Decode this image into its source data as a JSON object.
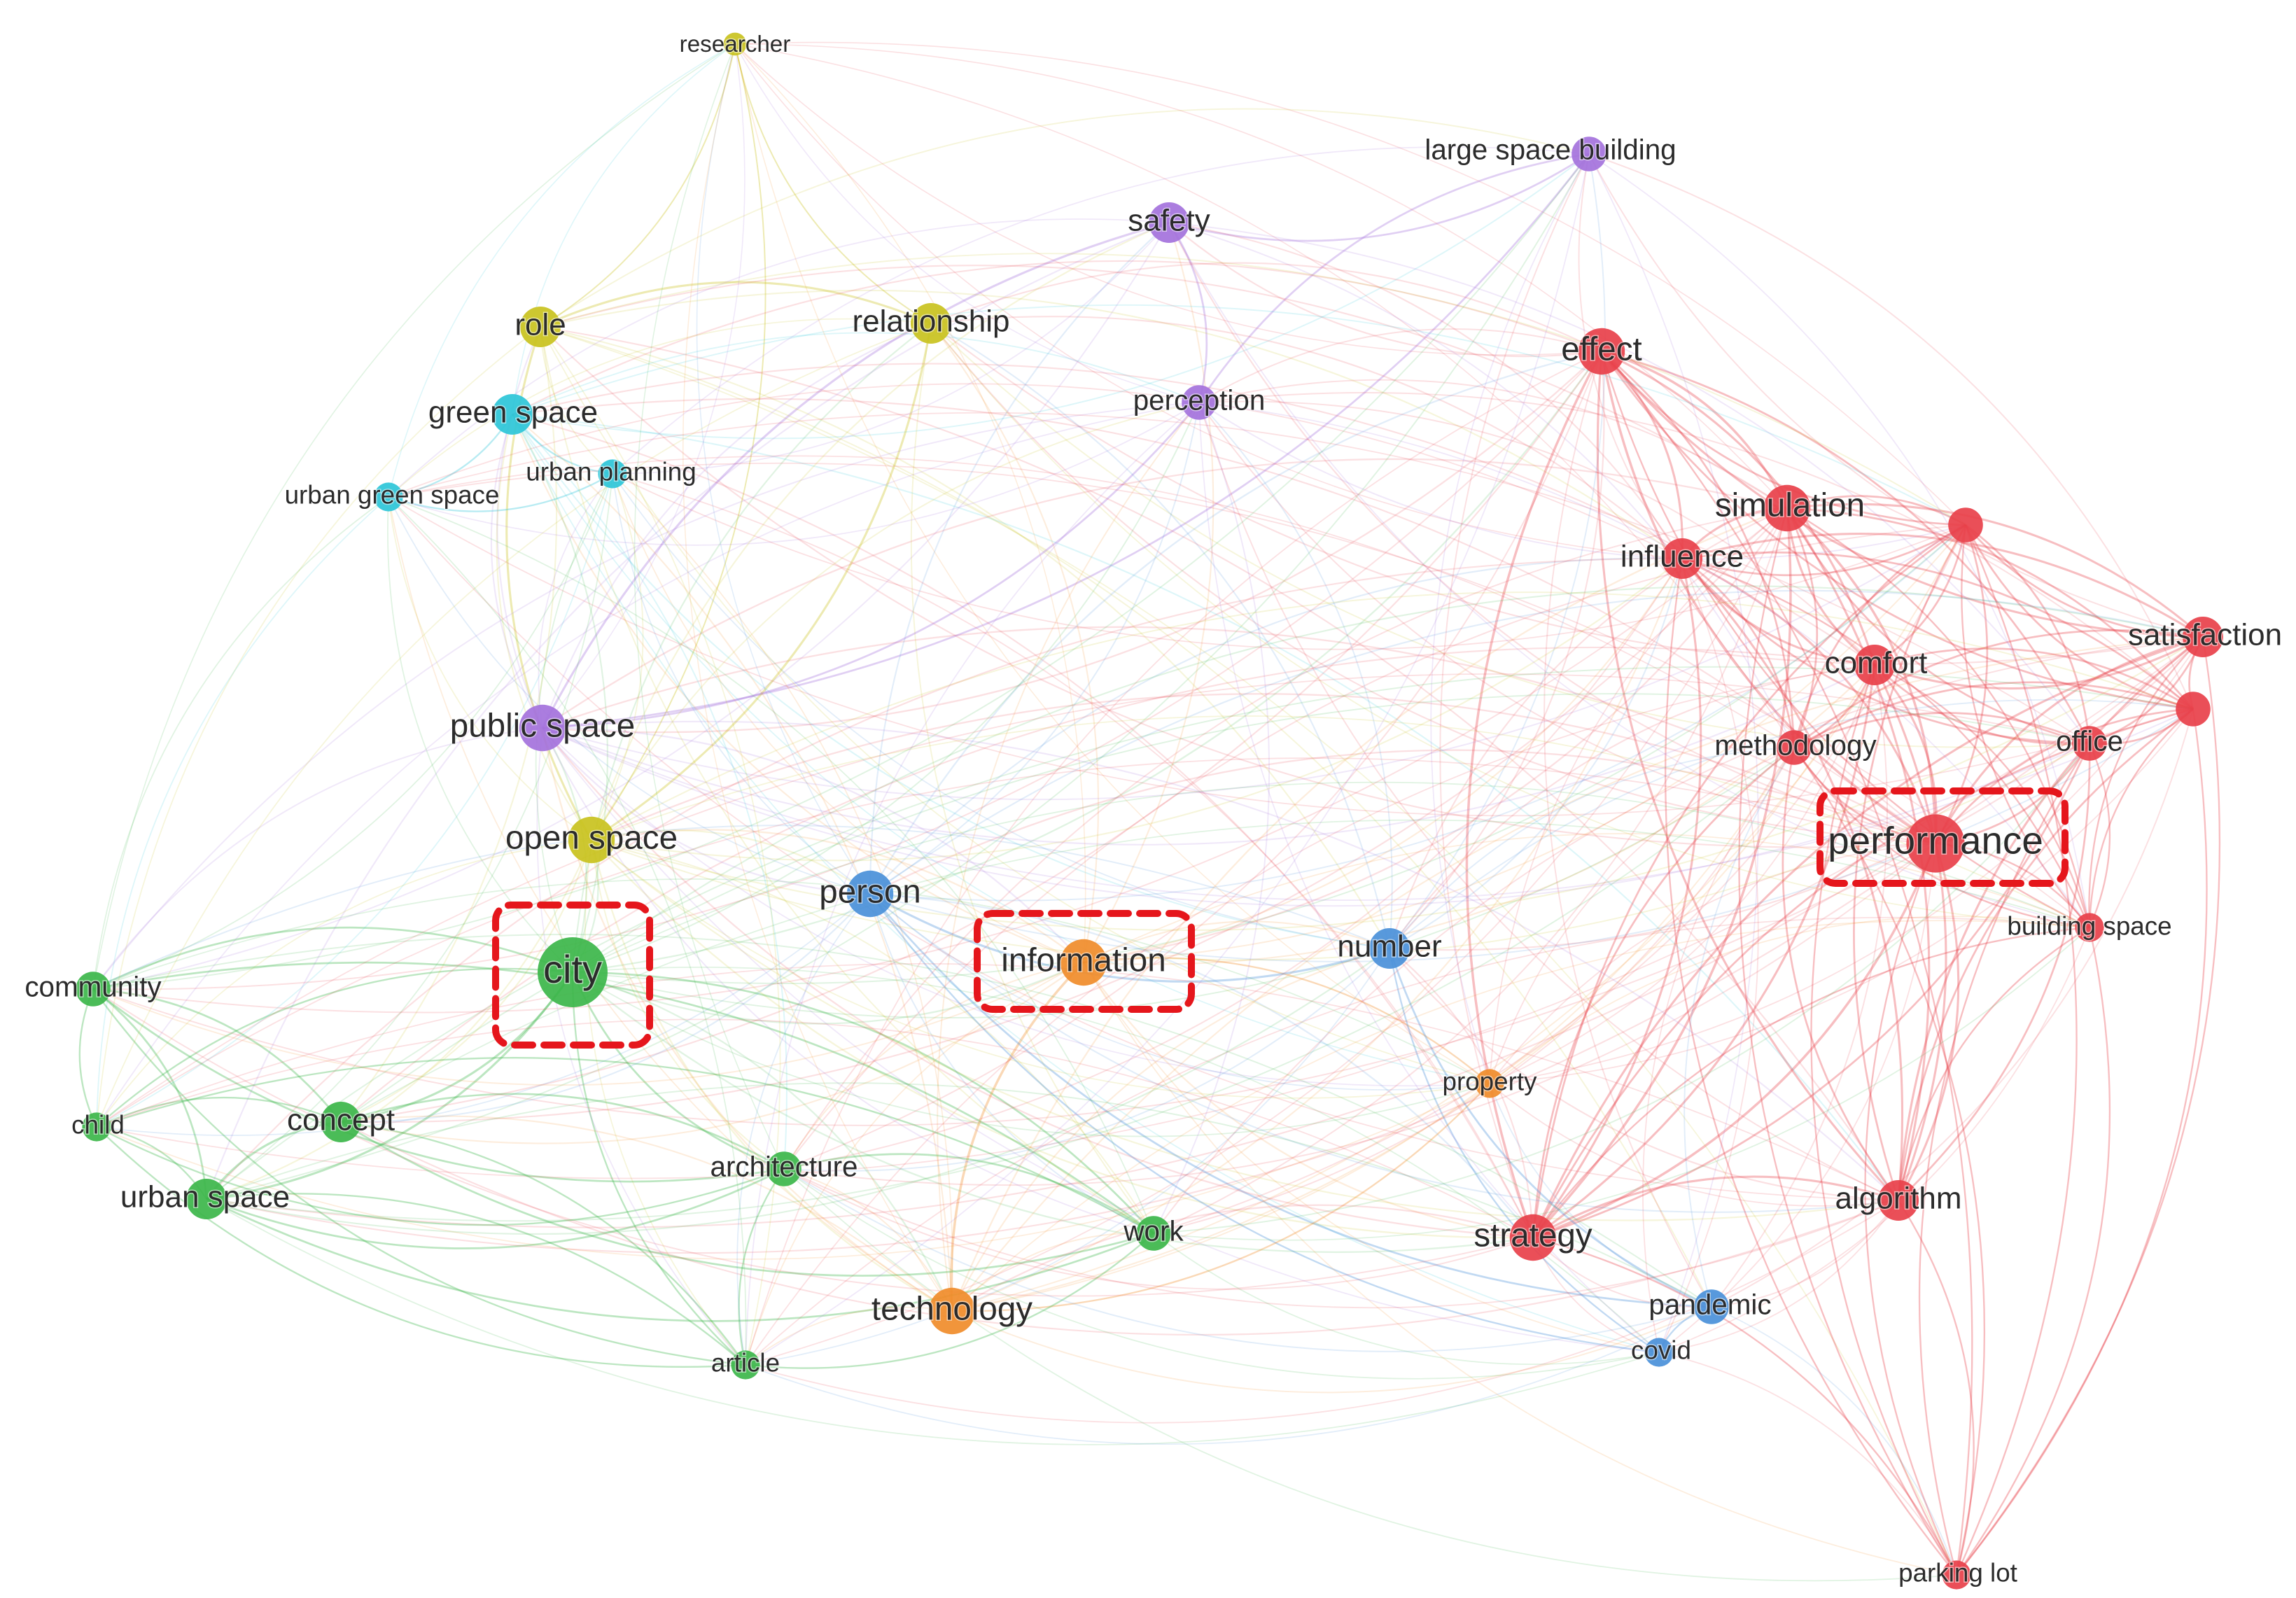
{
  "network": {
    "clusters": [
      {
        "id": "red",
        "color": "#e8404a"
      },
      {
        "id": "green",
        "color": "#3cb64a"
      },
      {
        "id": "blue",
        "color": "#4a90d9"
      },
      {
        "id": "yellow",
        "color": "#c9c21e"
      },
      {
        "id": "purple",
        "color": "#a472dc"
      },
      {
        "id": "cyan",
        "color": "#2cc5d8"
      },
      {
        "id": "orange",
        "color": "#f08c2a"
      }
    ],
    "nodes": [
      {
        "id": "city",
        "label": "city",
        "cluster": "green",
        "weight": 10,
        "highlighted": true
      },
      {
        "id": "performance",
        "label": "performance",
        "cluster": "red",
        "weight": 8,
        "highlighted": true
      },
      {
        "id": "information",
        "label": "information",
        "cluster": "orange",
        "weight": 6,
        "highlighted": true
      },
      {
        "id": "researcher",
        "label": "researcher",
        "cluster": "yellow",
        "weight": 2
      },
      {
        "id": "large-space-building",
        "label": "large space building",
        "cluster": "purple",
        "weight": 4
      },
      {
        "id": "safety",
        "label": "safety",
        "cluster": "purple",
        "weight": 5
      },
      {
        "id": "role",
        "label": "role",
        "cluster": "yellow",
        "weight": 5
      },
      {
        "id": "relationship",
        "label": "relationship",
        "cluster": "yellow",
        "weight": 5
      },
      {
        "id": "effect",
        "label": "effect",
        "cluster": "red",
        "weight": 6
      },
      {
        "id": "green-space",
        "label": "green space",
        "cluster": "cyan",
        "weight": 5
      },
      {
        "id": "perception",
        "label": "perception",
        "cluster": "purple",
        "weight": 4
      },
      {
        "id": "urban-planning",
        "label": "urban planning",
        "cluster": "cyan",
        "weight": 3
      },
      {
        "id": "urban-green-space",
        "label": "urban green space",
        "cluster": "cyan",
        "weight": 3
      },
      {
        "id": "simulation",
        "label": "simulation",
        "cluster": "red",
        "weight": 6
      },
      {
        "id": "unlabeled-red-1",
        "label": "",
        "cluster": "red",
        "weight": 4
      },
      {
        "id": "influence",
        "label": "influence",
        "cluster": "red",
        "weight": 5
      },
      {
        "id": "satisfaction",
        "label": "satisfaction",
        "cluster": "red",
        "weight": 5
      },
      {
        "id": "comfort",
        "label": "comfort",
        "cluster": "red",
        "weight": 5
      },
      {
        "id": "unlabeled-red-2",
        "label": "",
        "cluster": "red",
        "weight": 4
      },
      {
        "id": "public-space",
        "label": "public space",
        "cluster": "purple",
        "weight": 6
      },
      {
        "id": "methodology",
        "label": "methodology",
        "cluster": "red",
        "weight": 4
      },
      {
        "id": "office",
        "label": "office",
        "cluster": "red",
        "weight": 4
      },
      {
        "id": "open-space",
        "label": "open space",
        "cluster": "yellow",
        "weight": 6
      },
      {
        "id": "person",
        "label": "person",
        "cluster": "blue",
        "weight": 6
      },
      {
        "id": "building-space",
        "label": "building space",
        "cluster": "red",
        "weight": 3
      },
      {
        "id": "number",
        "label": "number",
        "cluster": "blue",
        "weight": 5
      },
      {
        "id": "community",
        "label": "community",
        "cluster": "green",
        "weight": 4
      },
      {
        "id": "property",
        "label": "property",
        "cluster": "orange",
        "weight": 3
      },
      {
        "id": "child",
        "label": "child",
        "cluster": "green",
        "weight": 3
      },
      {
        "id": "concept",
        "label": "concept",
        "cluster": "green",
        "weight": 5
      },
      {
        "id": "architecture",
        "label": "architecture",
        "cluster": "green",
        "weight": 4
      },
      {
        "id": "urban-space",
        "label": "urban space",
        "cluster": "green",
        "weight": 5
      },
      {
        "id": "algorithm",
        "label": "algorithm",
        "cluster": "red",
        "weight": 5
      },
      {
        "id": "work",
        "label": "work",
        "cluster": "green",
        "weight": 4
      },
      {
        "id": "strategy",
        "label": "strategy",
        "cluster": "red",
        "weight": 6
      },
      {
        "id": "pandemic",
        "label": "pandemic",
        "cluster": "blue",
        "weight": 4
      },
      {
        "id": "technology",
        "label": "technology",
        "cluster": "orange",
        "weight": 6
      },
      {
        "id": "covid",
        "label": "covid",
        "cluster": "blue",
        "weight": 3
      },
      {
        "id": "article",
        "label": "article",
        "cluster": "green",
        "weight": 3
      },
      {
        "id": "parking-lot",
        "label": "parking lot",
        "cluster": "red",
        "weight": 3
      }
    ],
    "highlight_color": "#e5161c"
  }
}
